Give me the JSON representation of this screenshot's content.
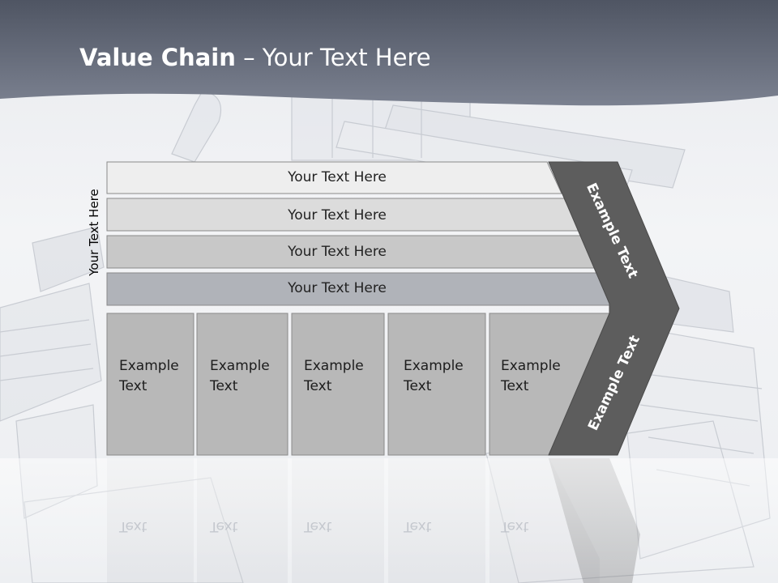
{
  "title": {
    "bold": "Value Chain",
    "rest": " – Your Text Here"
  },
  "side_label": "Your Text Here",
  "bands": [
    "Your Text Here",
    "Your Text Here",
    "Your Text Here",
    "Your Text Here"
  ],
  "activities": [
    {
      "line1": "Example",
      "line2": "Text"
    },
    {
      "line1": "Example",
      "line2": "Text"
    },
    {
      "line1": "Example",
      "line2": "Text"
    },
    {
      "line1": "Example",
      "line2": "Text"
    },
    {
      "line1": "Example",
      "line2": "Text"
    }
  ],
  "chevron": {
    "upper": "Example Text",
    "lower": "Example Text"
  },
  "colors": {
    "header": "#5b6170",
    "chevron": "#5d5d5d",
    "band1": "#eeeeee",
    "band2": "#dcdcdc",
    "band3": "#c8c8c8",
    "band4": "#b0b3b9",
    "activity": "#b8b8b8"
  }
}
